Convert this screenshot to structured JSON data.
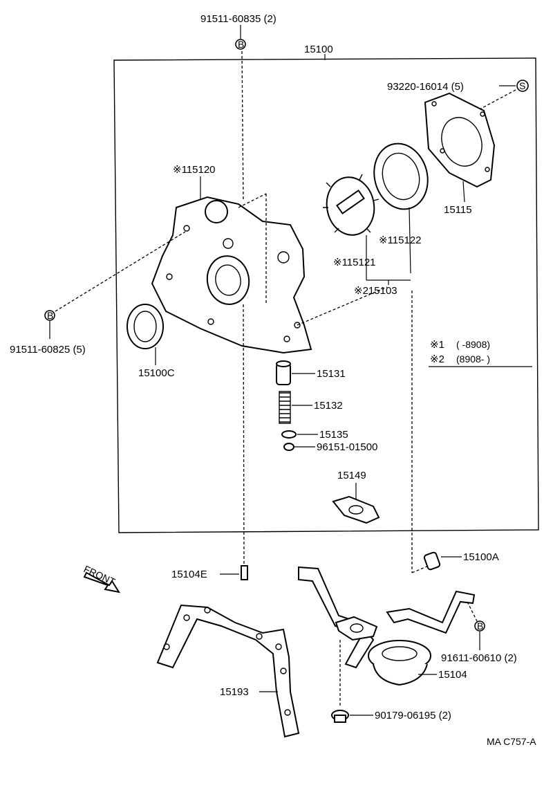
{
  "labels": {
    "bolt_top": "91511-60835 (2)",
    "assembly": "15100",
    "screw_cover": "93220-16014 (5)",
    "pump_body": "※115120",
    "cover_plate": "15115",
    "driven_rotor": "※115122",
    "drive_rotor": "※115121",
    "rotor_set": "※215103",
    "bolt_left": "91511-60825 (5)",
    "oil_seal": "15100C",
    "relief_valve": "15131",
    "spring": "15132",
    "retainer": "15135",
    "snap_ring": "96151-01500",
    "gasket_strainer": "15149",
    "pin_right": "15100A",
    "plug": "15104E",
    "front": "FRONT",
    "pump_gasket": "15193",
    "strainer": "15104",
    "bolt_strainer": "91611-60610 (2)",
    "nut": "90179-06195 (2)",
    "code": "MA C757-A"
  },
  "legend": {
    "row1_mark": "※1",
    "row1_value": "(        -8908)",
    "row2_mark": "※2",
    "row2_value": "(8908-        )"
  },
  "icons": {
    "bolt_marker_b": "B",
    "bolt_marker_s": "S"
  }
}
